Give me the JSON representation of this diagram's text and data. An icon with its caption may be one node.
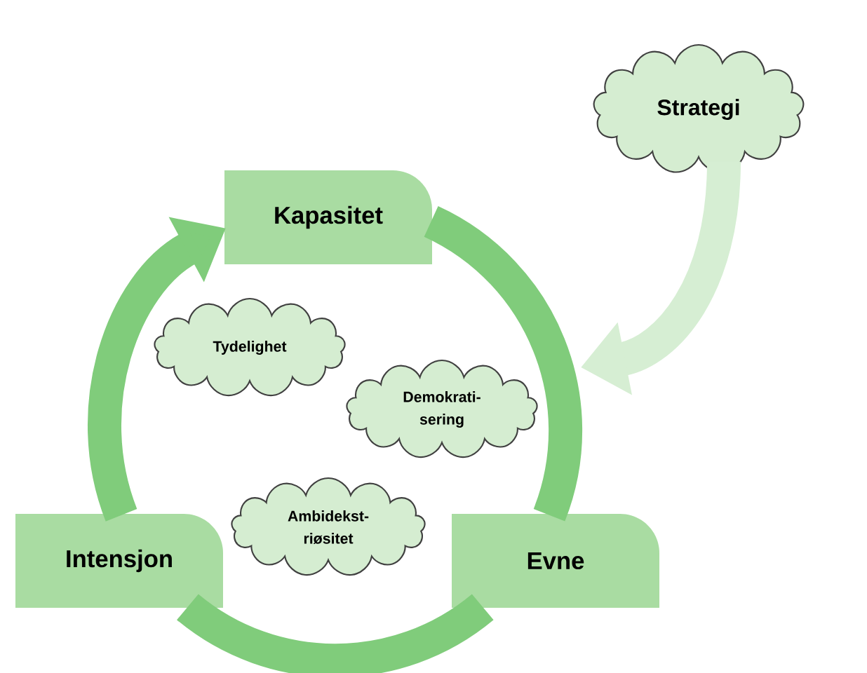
{
  "diagram": {
    "nodes": [
      {
        "text": [
          "Strategi"
        ]
      },
      {
        "text": [
          "Kapasitet"
        ]
      },
      {
        "text": [
          "Tydelighet"
        ]
      },
      {
        "text": [
          "Demokrati- sering"
        ]
      },
      {
        "text": [
          "Ambidekst- riøsitet"
        ]
      },
      {
        "text": [
          "Intensjon"
        ]
      },
      {
        "text": [
          "Evne"
        ]
      }
    ],
    "edges": [
      {
        "from": 5,
        "to": 1,
        "arrow": "to"
      },
      {
        "from": 1,
        "to": 6,
        "arrow": "none"
      },
      {
        "from": 6,
        "to": 5,
        "arrow": "none"
      },
      {
        "from": 0,
        "to": null,
        "arrow": "to",
        "color": "#d6eed3"
      }
    ]
  }
}
